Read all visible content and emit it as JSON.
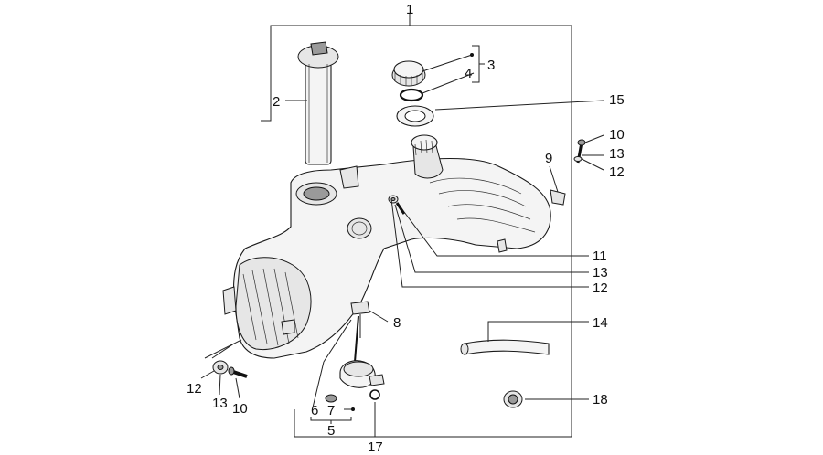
{
  "diagram": {
    "callouts": [
      {
        "id": "c1",
        "text": "1"
      },
      {
        "id": "c2",
        "text": "2"
      },
      {
        "id": "c3",
        "text": "3"
      },
      {
        "id": "c4",
        "text": "4"
      },
      {
        "id": "c15",
        "text": "15"
      },
      {
        "id": "c10a",
        "text": "10"
      },
      {
        "id": "c13a",
        "text": "13"
      },
      {
        "id": "c12a",
        "text": "12"
      },
      {
        "id": "c9",
        "text": "9"
      },
      {
        "id": "c11",
        "text": "11"
      },
      {
        "id": "c13b",
        "text": "13"
      },
      {
        "id": "c12b",
        "text": "12"
      },
      {
        "id": "c8",
        "text": "8"
      },
      {
        "id": "c14",
        "text": "14"
      },
      {
        "id": "c12c",
        "text": "12"
      },
      {
        "id": "c13c",
        "text": "13"
      },
      {
        "id": "c10b",
        "text": "10"
      },
      {
        "id": "c6",
        "text": "6"
      },
      {
        "id": "c7",
        "text": "7"
      },
      {
        "id": "c5",
        "text": "5"
      },
      {
        "id": "c18",
        "text": "18"
      },
      {
        "id": "c17",
        "text": "17"
      }
    ]
  }
}
